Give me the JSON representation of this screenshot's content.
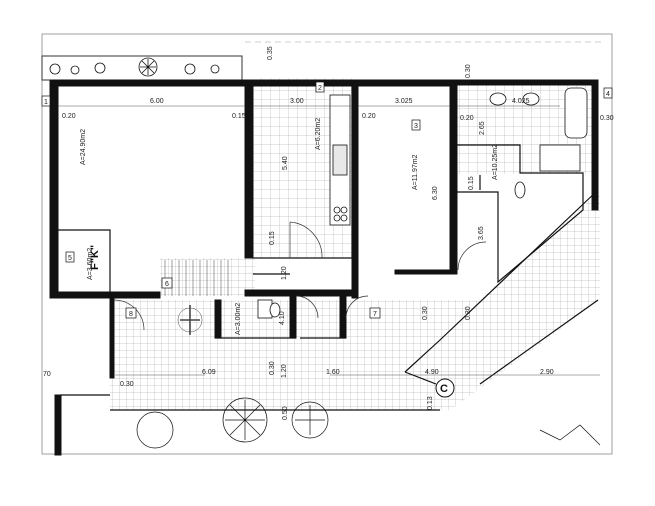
{
  "drawing": {
    "grid_left": {
      "dimension": "6.00"
    },
    "dims": {
      "d_035": "0.35",
      "d_030_top": "0.30",
      "d_020_l": "0.20",
      "d_015": "0.15",
      "d_300": "3.00",
      "d_020_m": "0.20",
      "d_3025": "3.025",
      "d_4025": "4.025",
      "d_020_r": "0.20",
      "d_030_r": "0.30",
      "d_630": "6.30",
      "d_015_v": "0.15",
      "d_015_k": "0.15",
      "d_120": "1.20",
      "d_030_a": "0.30",
      "d_030_b": "0.30",
      "d_070": "70",
      "d_030_c": "0.30",
      "d_609": "6.09",
      "d_030_d": "0.30",
      "d_120_b": "1.20",
      "d_160": "1.60",
      "d_490": "4.90",
      "d_290": "2.90",
      "d_013": "0.13",
      "d_050": "0.50"
    },
    "areas": {
      "living": "A=24.90m2",
      "kitchen": "A=6.20m2",
      "bedroom": "A=11.97m2",
      "bath": "A=10.25m2",
      "stair": "A=3.60m2",
      "wc": "A=3.00m2"
    },
    "room_tags": {
      "t1": "1",
      "t2": "2",
      "t3": "3",
      "t4": "4",
      "t5": "5",
      "t6": "6",
      "t7": "7",
      "t8": "8"
    },
    "fk_label": "F\"K\"",
    "section_marker": "C",
    "dims_vertical": {
      "v_540": "5.40",
      "v_265": "2.65",
      "v_365": "3.65",
      "v_410": "4.10"
    }
  }
}
